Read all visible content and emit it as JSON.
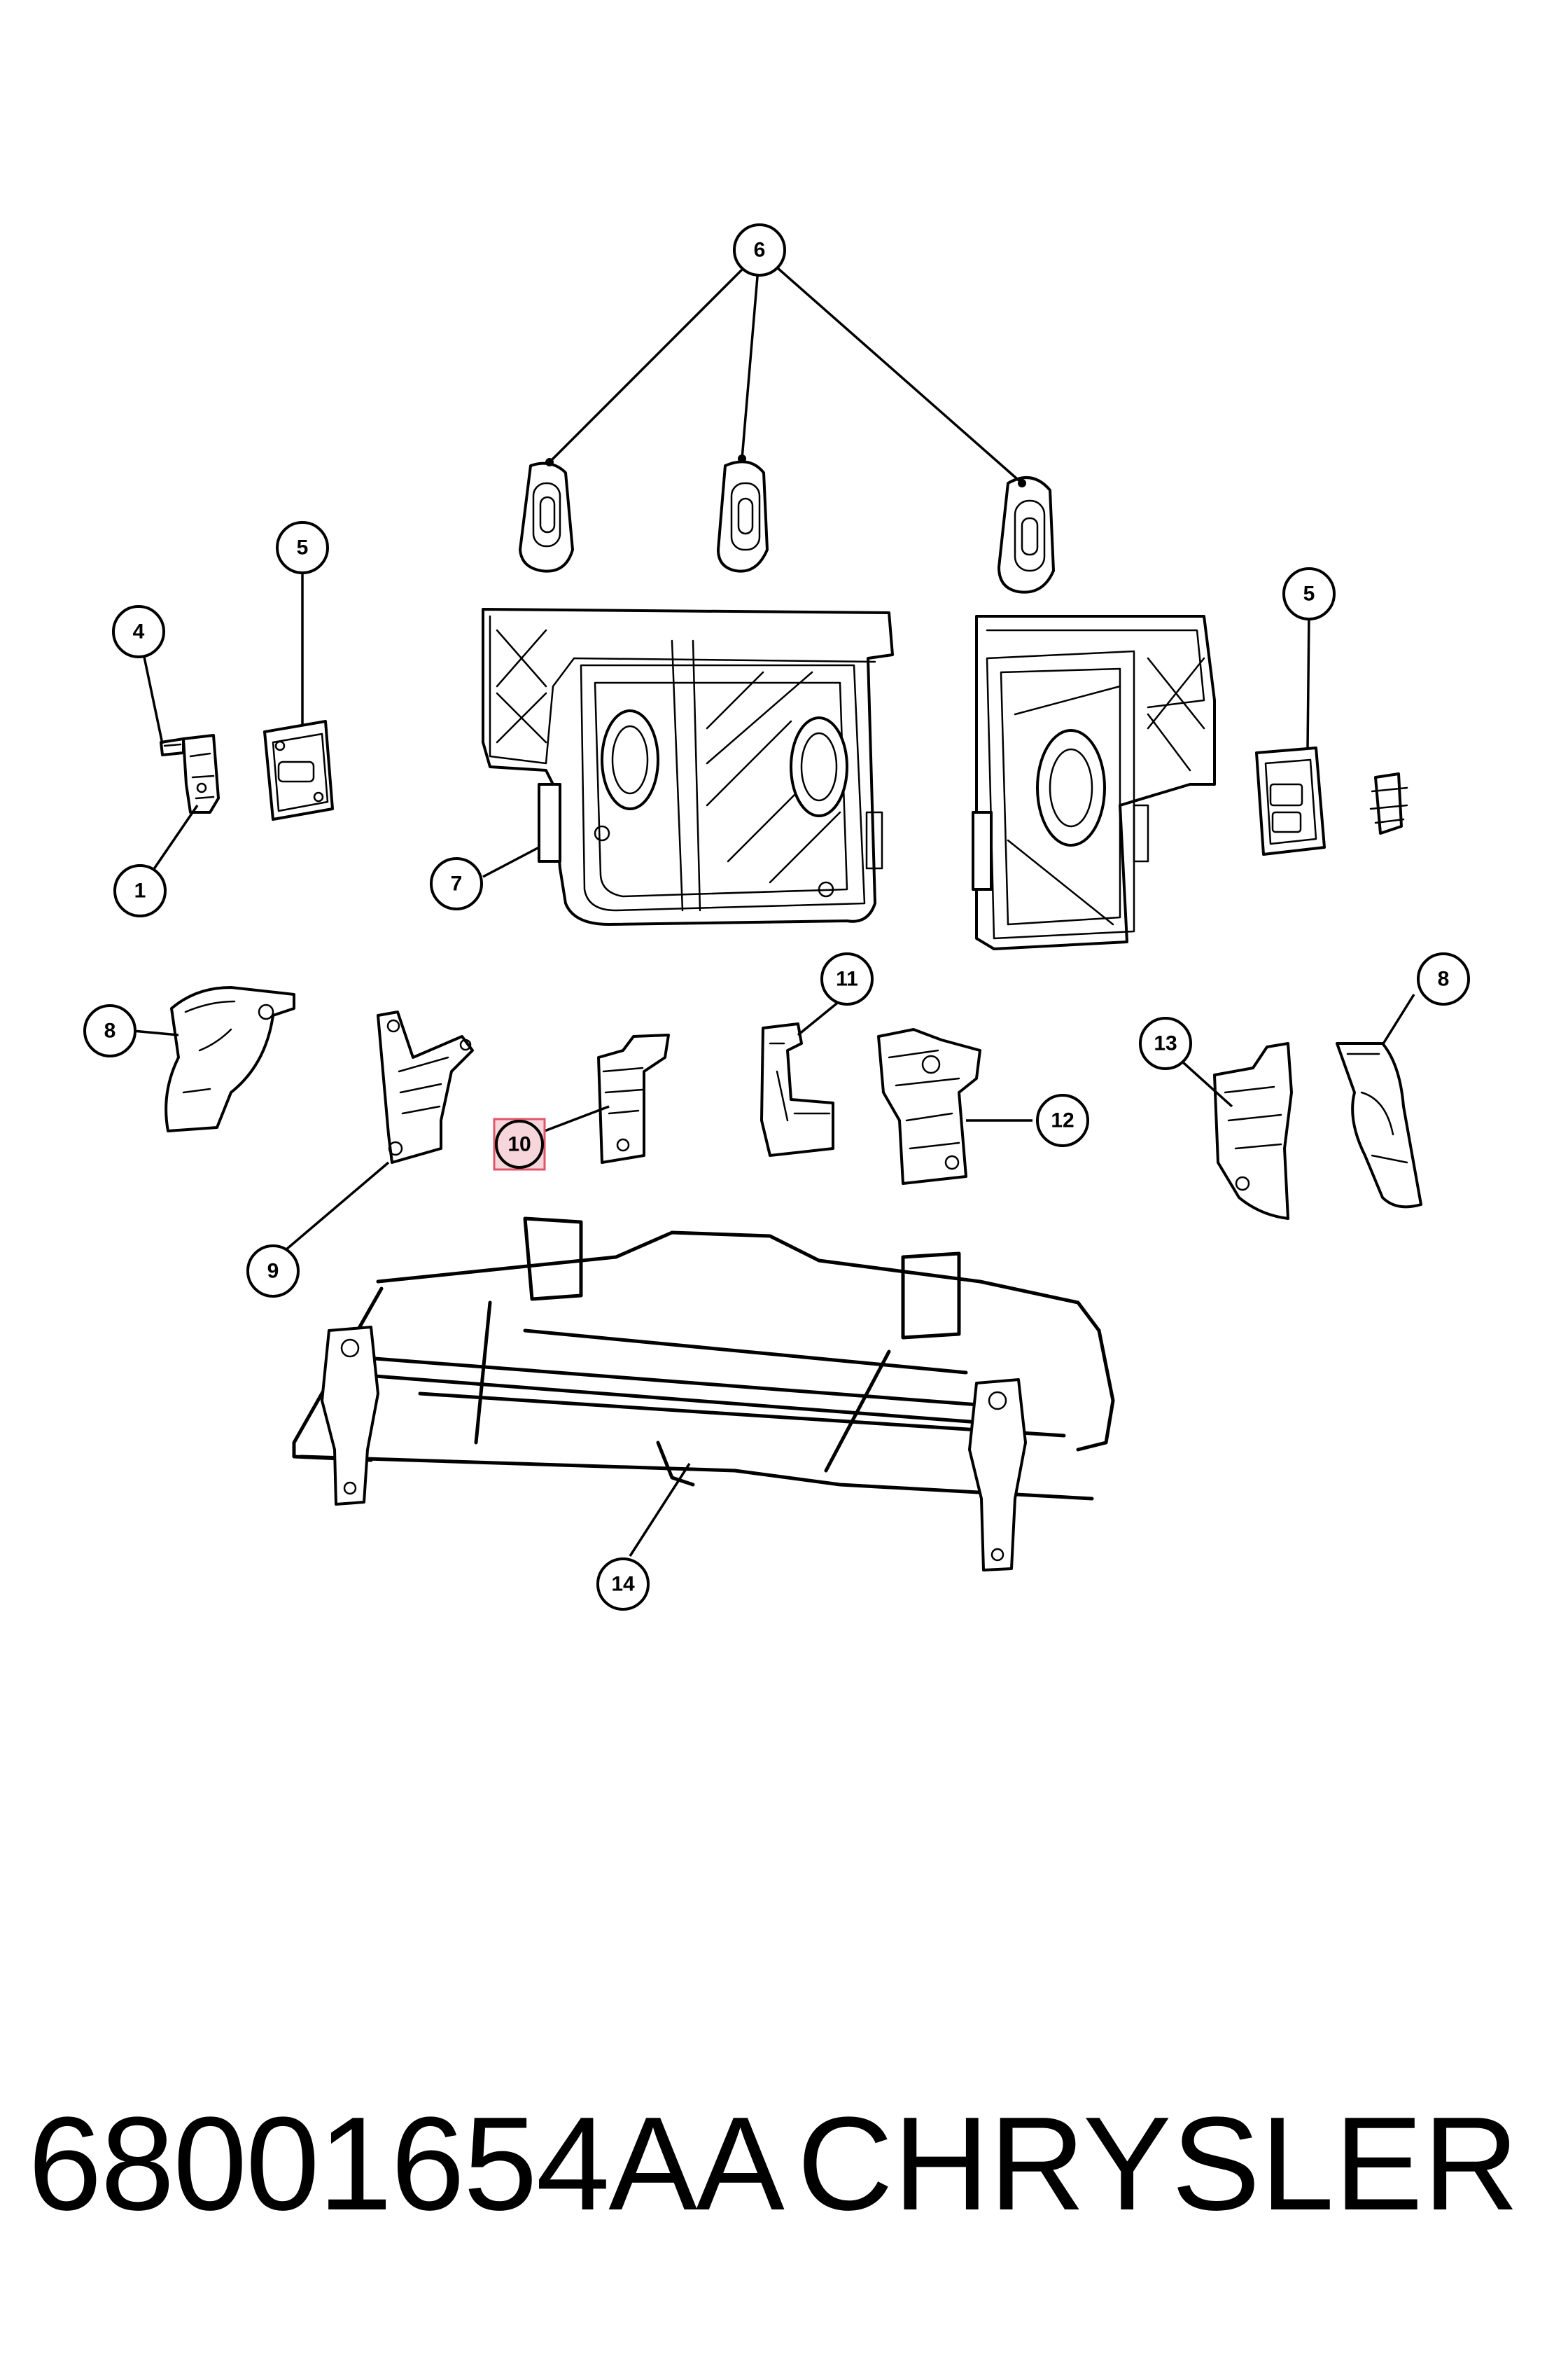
{
  "diagram": {
    "callouts": {
      "c1": "1",
      "c4": "4",
      "c5a": "5",
      "c5b": "5",
      "c6": "6",
      "c7": "7",
      "c8a": "8",
      "c8b": "8",
      "c9": "9",
      "c10": "10",
      "c11": "11",
      "c12": "12",
      "c13": "13",
      "c14": "14"
    },
    "highlighted_callout": "10",
    "highlight_color": "#f6d6da",
    "highlight_border_color": "#e0566b"
  },
  "footer": {
    "part_number": "68001654AA",
    "brand": "CHRYSLER"
  }
}
